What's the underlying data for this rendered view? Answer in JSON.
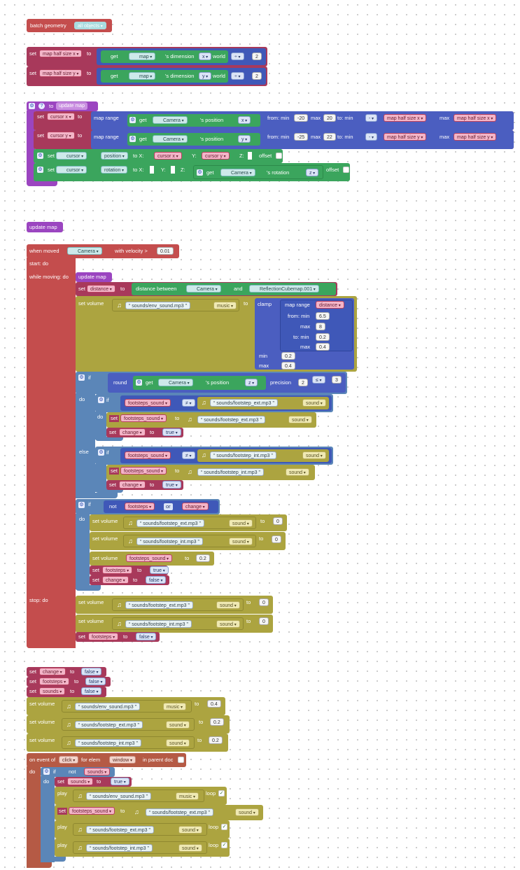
{
  "blocks": {
    "batch": {
      "label": "batch geometry",
      "target": "all objects"
    },
    "map_x": {
      "set": "set",
      "var": "map half size x",
      "to": "to",
      "get": "get",
      "obj": "map",
      "dim": "'s dimension",
      "axis": "x",
      "space": "world",
      "op": "÷",
      "num": "2"
    },
    "map_y": {
      "set": "set",
      "var": "map half size y",
      "to": "to",
      "get": "get",
      "obj": "map",
      "dim": "'s dimension",
      "axis": "y",
      "space": "world",
      "op": "÷",
      "num": "2"
    },
    "proc": {
      "to": "to",
      "name": "update map"
    },
    "cur_x": {
      "set": "set",
      "var": "cursor x",
      "to": "to",
      "mr": "map range",
      "get": "get",
      "obj": "Camera",
      "pos": "'s position",
      "axis": "x",
      "from_min": "from: min",
      "fmin": "-20",
      "max": "max",
      "fmax": "20",
      "to_min": "to: min",
      "neg": "-",
      "tmin": "map half size x",
      "tmax": "map half size x"
    },
    "cur_y": {
      "set": "set",
      "var": "cursor y",
      "to": "to",
      "mr": "map range",
      "get": "get",
      "obj": "Camera",
      "pos": "'s position",
      "axis": "y",
      "from_min": "from: min",
      "fmin": "-25",
      "max": "max",
      "fmax": "22",
      "to_min": "to: min",
      "neg": "-",
      "tmin": "map half size y",
      "tmax": "map half size y"
    },
    "set_pos": {
      "set": "set",
      "obj": "cursor",
      "prop": "position",
      "to_x": "to X:",
      "vx": "cursor x",
      "y": "Y:",
      "vy": "cursor y",
      "z": "Z:",
      "offset": "offset"
    },
    "set_rot": {
      "set": "set",
      "obj": "cursor",
      "prop": "rotation",
      "to_x": "to X:",
      "y": "Y:",
      "z": "Z:",
      "get": "get",
      "cam": "Camera",
      "rot": "'s rotation",
      "axis": "z",
      "offset": "offset"
    },
    "call_update": "update map",
    "moved": {
      "when": "when moved",
      "obj": "Camera",
      "vel": "with velocity >",
      "num": "0.01",
      "start": "start: do",
      "while": "while moving: do",
      "stop": "stop: do"
    },
    "call_update2": "update map",
    "dist": {
      "set": "set",
      "var": "distance",
      "to": "to",
      "between": "distance between",
      "a": "Camera",
      "and": "and",
      "b": "ReflectionCubemap.001"
    },
    "env_vol": {
      "label": "set volume",
      "file": "sounds/env_sound.mp3",
      "cat": "music",
      "to": "to",
      "clamp": "clamp",
      "mr": "map range",
      "mvar": "distance",
      "from_min": "from: min",
      "v1": "6.5",
      "max": "max",
      "v2": "8",
      "to_min": "to: min",
      "v3": "0.2",
      "max2": "max",
      "v4": "0.4",
      "min": "min",
      "cmin": "0.2",
      "cmax_l": "max",
      "cmax": "0.4"
    },
    "if1": {
      "if": "if",
      "round": "round",
      "get": "get",
      "obj": "Camera",
      "pos": "'s position",
      "axis": "z",
      "precision": "precision",
      "prec": "2",
      "op": "≤",
      "num": "3",
      "do": "do",
      "else": "else"
    },
    "if_ext": {
      "if": "if",
      "var": "footsteps_sound",
      "op": "≠",
      "file": "sounds/footstep_ext.mp3",
      "cat": "sound"
    },
    "set_ext": {
      "set": "set",
      "var": "footsteps_sound",
      "to": "to",
      "file": "sounds/footstep_ext.mp3",
      "cat": "sound"
    },
    "chg1": {
      "set": "set",
      "var": "change",
      "to": "to",
      "val": "true"
    },
    "if_int": {
      "if": "if",
      "var": "footsteps_sound",
      "op": "≠",
      "file": "sounds/footstep_int.mp3",
      "cat": "sound"
    },
    "set_int": {
      "set": "set",
      "var": "footsteps_sound",
      "to": "to",
      "file": "sounds/footstep_int.mp3",
      "cat": "sound"
    },
    "chg2": {
      "set": "set",
      "var": "change",
      "to": "to",
      "val": "true"
    },
    "if2": {
      "if": "if",
      "not": "not",
      "a": "footsteps",
      "or": "or",
      "b": "change",
      "do": "do"
    },
    "v_ext0": {
      "label": "set volume",
      "file": "sounds/footstep_ext.mp3",
      "cat": "sound",
      "to": "to",
      "num": "0"
    },
    "v_int0": {
      "label": "set volume",
      "file": "sounds/footstep_int.mp3",
      "cat": "sound",
      "to": "to",
      "num": "0"
    },
    "v_fs": {
      "label": "set volume",
      "var": "footsteps_sound",
      "to": "to",
      "num": "0.2"
    },
    "fs_true": {
      "set": "set",
      "var": "footsteps",
      "to": "to",
      "val": "true"
    },
    "chg_false": {
      "set": "set",
      "var": "change",
      "to": "to",
      "val": "false"
    },
    "stop_ext": {
      "label": "set volume",
      "file": "sounds/footstep_ext.mp3",
      "cat": "sound",
      "to": "to",
      "num": "0"
    },
    "stop_int": {
      "label": "set volume",
      "file": "sounds/footstep_int.mp3",
      "cat": "sound",
      "to": "to",
      "num": "0"
    },
    "stop_fs": {
      "set": "set",
      "var": "footsteps",
      "to": "to",
      "val": "false"
    },
    "g_change": {
      "set": "set",
      "var": "change",
      "to": "to",
      "val": "false"
    },
    "g_fs": {
      "set": "set",
      "var": "footsteps",
      "to": "to",
      "val": "false"
    },
    "g_snd": {
      "set": "set",
      "var": "sounds",
      "to": "to",
      "val": "false"
    },
    "gv_env": {
      "label": "set volume",
      "file": "sounds/env_sound.mp3",
      "cat": "music",
      "to": "to",
      "num": "0.4"
    },
    "gv_ext": {
      "label": "set volume",
      "file": "sounds/footstep_ext.mp3",
      "cat": "sound",
      "to": "to",
      "num": "0.2"
    },
    "gv_int": {
      "label": "set volume",
      "file": "sounds/footstep_int.mp3",
      "cat": "sound",
      "to": "to",
      "num": "0.2"
    },
    "event": {
      "on": "on event of",
      "ev": "click",
      "for": "for elem",
      "elem": "window",
      "parent": "in parent doc",
      "do": "do"
    },
    "if3": {
      "if": "if",
      "not": "not",
      "var": "sounds",
      "do": "do"
    },
    "snd_true": {
      "set": "set",
      "var": "sounds",
      "to": "to",
      "val": "true"
    },
    "play_env": {
      "play": "play",
      "file": "sounds/env_sound.mp3",
      "cat": "music",
      "loop": "loop"
    },
    "set_fs_ext": {
      "set": "set",
      "var": "footsteps_sound",
      "to": "to",
      "file": "sounds/footstep_ext.mp3",
      "cat": "sound"
    },
    "play_ext": {
      "play": "play",
      "file": "sounds/footstep_ext.mp3",
      "cat": "sound",
      "loop": "loop"
    },
    "play_int": {
      "play": "play",
      "file": "sounds/footstep_int.mp3",
      "cat": "sound",
      "loop": "loop"
    }
  },
  "quote_open": "“",
  "quote_close": "”",
  "check": "✓",
  "gear": "⚙",
  "help": "?",
  "note": "♫"
}
